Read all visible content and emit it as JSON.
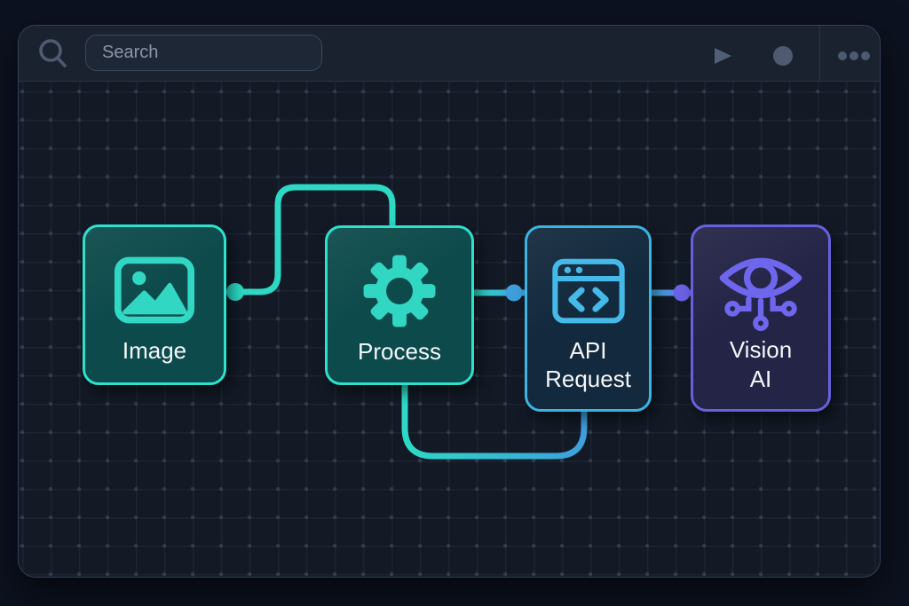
{
  "app": {
    "toolbar": {
      "search": {
        "placeholder": "Search",
        "icon": "magnifier"
      },
      "buttons": [
        {
          "name": "run",
          "icon": "play-icon"
        },
        {
          "name": "record",
          "icon": "record-circle-icon"
        },
        {
          "name": "more",
          "icon": "ellipsis-icon"
        }
      ]
    },
    "canvas": {
      "nodes": [
        {
          "id": "image",
          "label": "Image",
          "icon": "image-icon",
          "accent": "#2fe0ca",
          "fill": "#0d4a4b"
        },
        {
          "id": "process",
          "label": "Process",
          "icon": "gear-icon",
          "accent": "#2fe0ca",
          "fill": "#0d4a4b"
        },
        {
          "id": "api-request",
          "label": "API\nRequest",
          "icon": "browser-code-icon",
          "accent": "#3cb4e2",
          "fill": "#13293d"
        },
        {
          "id": "vision-ai",
          "label": "Vision\nAI",
          "icon": "eye-circuit-icon",
          "accent": "#6661de",
          "fill": "#242447"
        }
      ],
      "connections": [
        {
          "from": "image",
          "to": "process",
          "route": "over-top"
        },
        {
          "from": "process",
          "to": "api-request",
          "route": "direct"
        },
        {
          "from": "process",
          "to": "api-request",
          "route": "under-bottom"
        },
        {
          "from": "api-request",
          "to": "vision-ai",
          "route": "direct"
        }
      ]
    }
  },
  "colors": {
    "page_bg": "#0d1220",
    "window_bg": "#1a2230",
    "canvas_bg": "#131a26",
    "teal": "#2fe0ca",
    "cyan_blue": "#3cb4e2",
    "purple": "#6661de",
    "wire_teal": "#2dd9c5",
    "wire_blue": "#3f9fdc",
    "toolbar_icon_gray": "#4d5a70",
    "label_text": "#f4f7fa"
  }
}
